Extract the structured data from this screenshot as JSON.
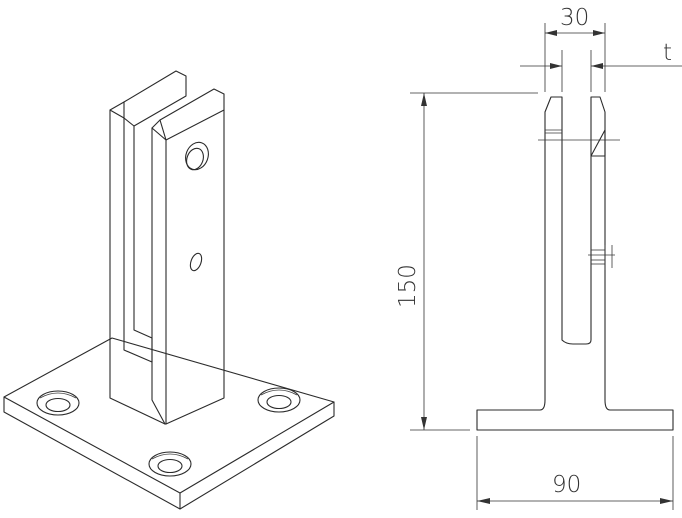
{
  "dimensions": {
    "width_top": "30",
    "thickness": "t",
    "height": "150",
    "base_width": "90"
  }
}
